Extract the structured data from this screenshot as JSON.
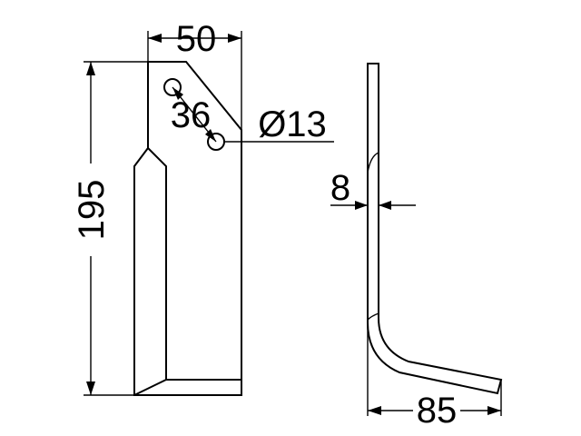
{
  "dimensions": {
    "width": "50",
    "height": "195",
    "hole_spacing": "36",
    "hole_diameter": "Ø13",
    "thickness": "8",
    "bend_reach": "85"
  }
}
